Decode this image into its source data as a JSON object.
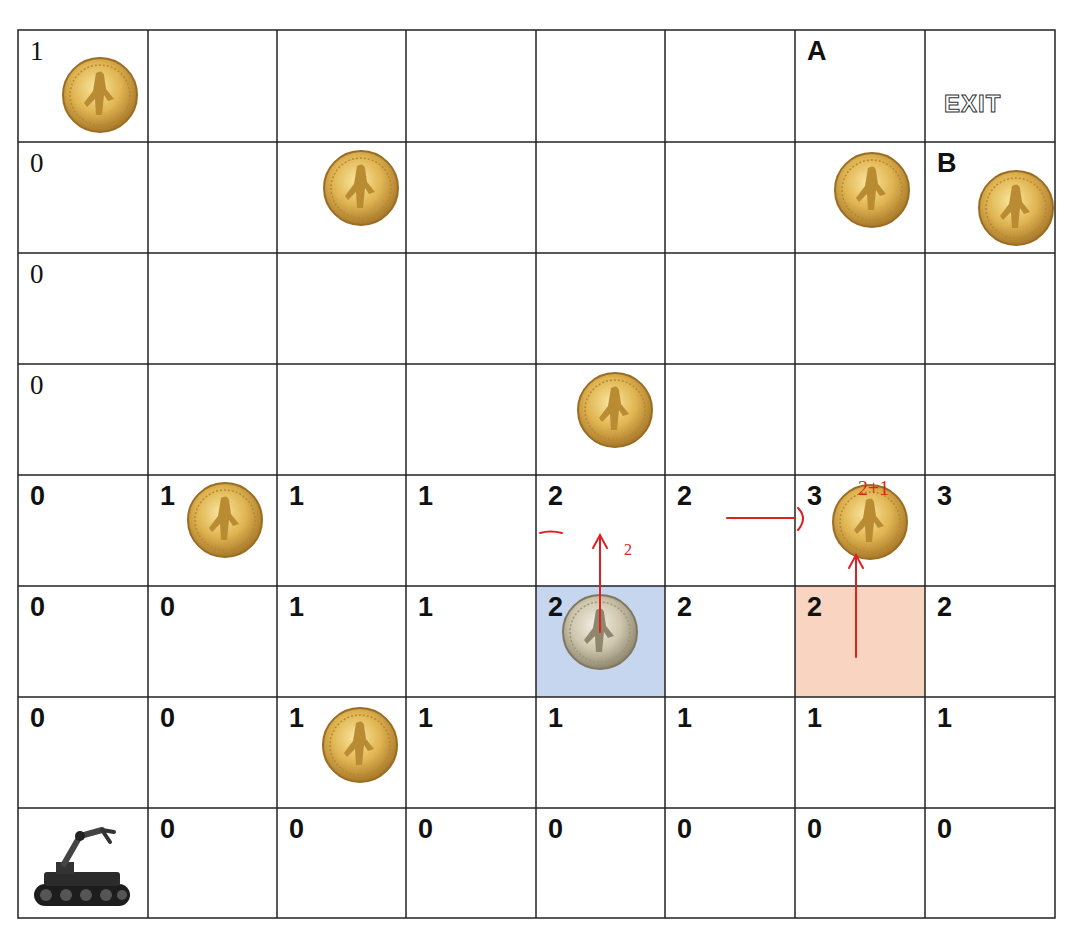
{
  "diagram": {
    "labels": [
      "1",
      "A",
      "EXIT",
      "0",
      "B",
      "0",
      "0",
      "2+1",
      "0",
      "1",
      "1",
      "1",
      "2",
      "2",
      "3",
      "3",
      "2",
      "0",
      "0",
      "1",
      "1",
      "2",
      "2",
      "2",
      "2",
      "0",
      "0",
      "1",
      "1",
      "1",
      "1",
      "1",
      "1",
      "0",
      "0",
      "0",
      "0",
      "0",
      "0",
      "0"
    ]
  }
}
